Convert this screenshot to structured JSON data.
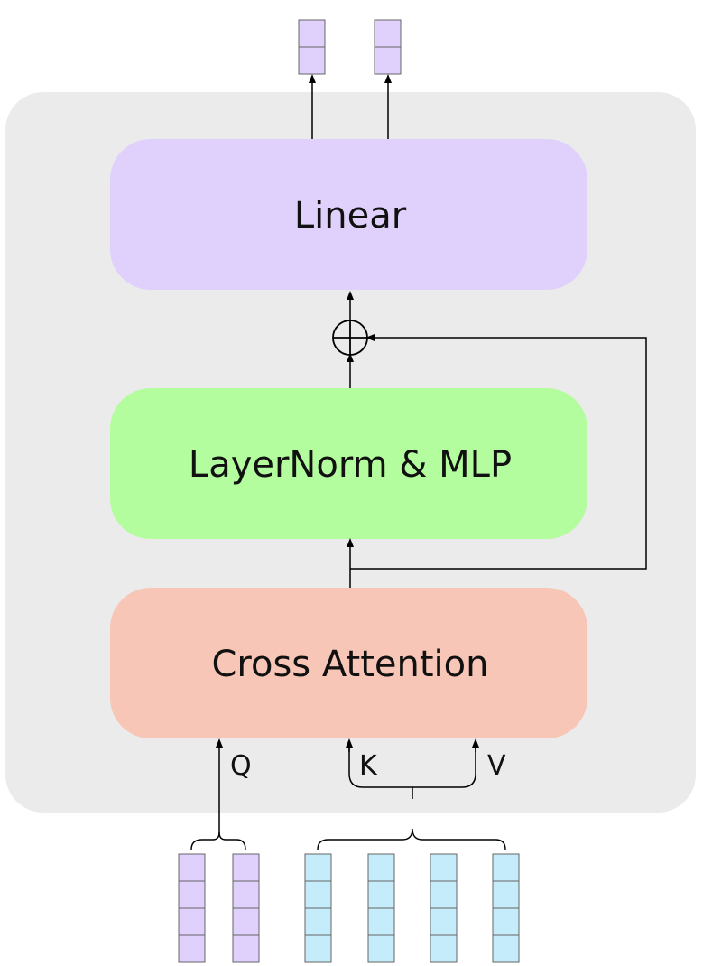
{
  "diagram": {
    "blocks": {
      "linear": {
        "label": "Linear",
        "color": "#e0d0fc"
      },
      "layernorm_mlp": {
        "label": "LayerNorm & MLP",
        "color": "#b3fd9e"
      },
      "cross_attention": {
        "label": "Cross Attention",
        "color": "#f7c6b7"
      }
    },
    "inputs": {
      "q_label": "Q",
      "k_label": "K",
      "v_label": "V"
    },
    "colors": {
      "container": "#ebebeb",
      "query_token": "#e0d0fc",
      "key_value_token": "#c5ecfb",
      "output_token": "#e0d0fc",
      "line": "#000000"
    },
    "icons": {
      "residual_add": "circled-plus-icon"
    }
  }
}
